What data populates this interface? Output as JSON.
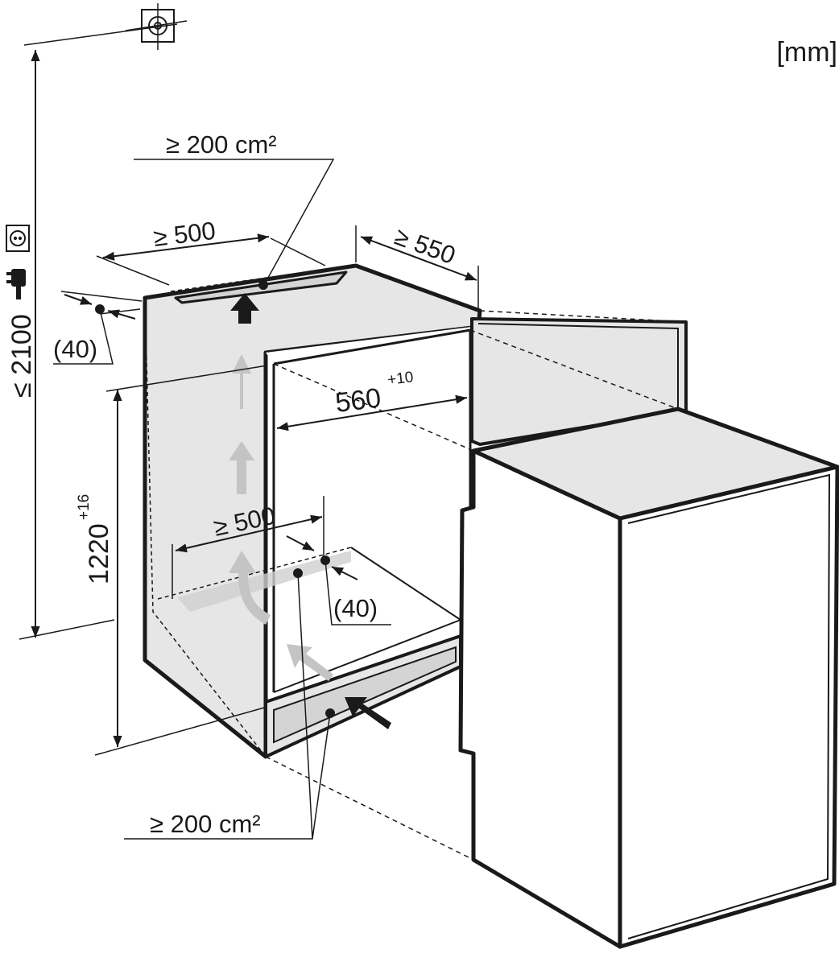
{
  "units": "[mm]",
  "labels": {
    "top_vent_area": "≥ 200 cm²",
    "bottom_vent_area": "≥ 200 cm²",
    "top_vent_width": "≥ 500",
    "top_depth": "≥ 550",
    "top_offset": "(40)",
    "niche_width": "560",
    "niche_width_tol": "+10",
    "niche_height": "1220",
    "niche_height_tol": "+16",
    "bottom_vent_width": "≥ 500",
    "bottom_offset": "(40)",
    "total_height": "≤ 2100"
  },
  "icons": {
    "ceiling_outlet": "ceiling-outlet-icon",
    "socket": "socket-icon",
    "plug": "plug-icon"
  },
  "colors": {
    "line": "#1a1a1a",
    "cabinet_fill": "#e6e6e6",
    "vent_fill": "#d7d7d7",
    "arrow_light": "#c4c4c4"
  }
}
